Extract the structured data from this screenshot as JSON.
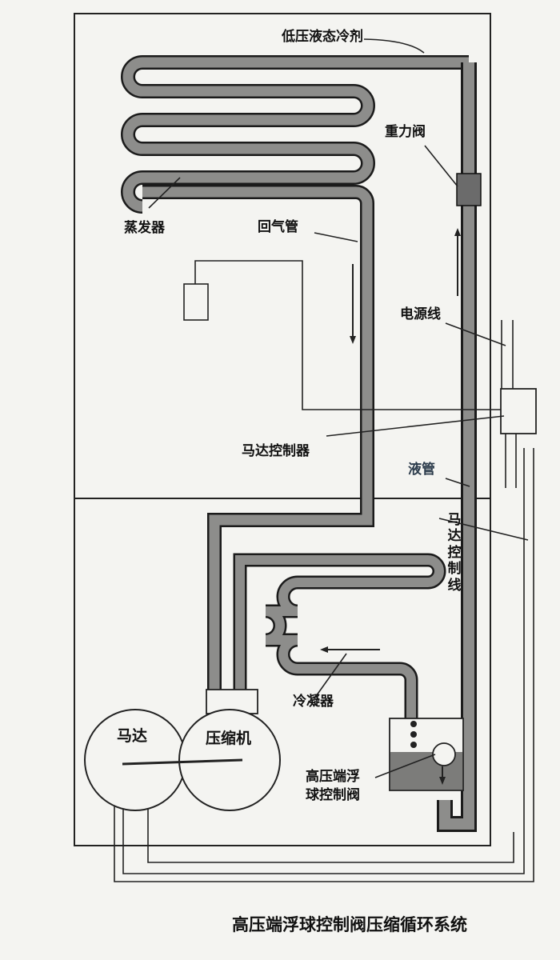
{
  "labels": {
    "low_pressure_liquid": "低压液态冷剂",
    "gravity_valve": "重力阀",
    "evaporator": "蒸发器",
    "return_pipe": "回气管",
    "power_line": "电源线",
    "motor_controller": "马达控制器",
    "liquid_pipe": "液管",
    "motor_control_line": "马达控制线",
    "condenser": "冷凝器",
    "motor": "马达",
    "compressor": "压缩机",
    "float_valve_line1": "高压端浮",
    "float_valve_line2": "球控制阀"
  },
  "caption": "高压端浮球控制阀压缩循环系统",
  "colors": {
    "pipe_fill": "#8d8d8b",
    "pipe_outline": "#1b1b1b",
    "line": "#222222",
    "background": "#f4f4f1"
  }
}
